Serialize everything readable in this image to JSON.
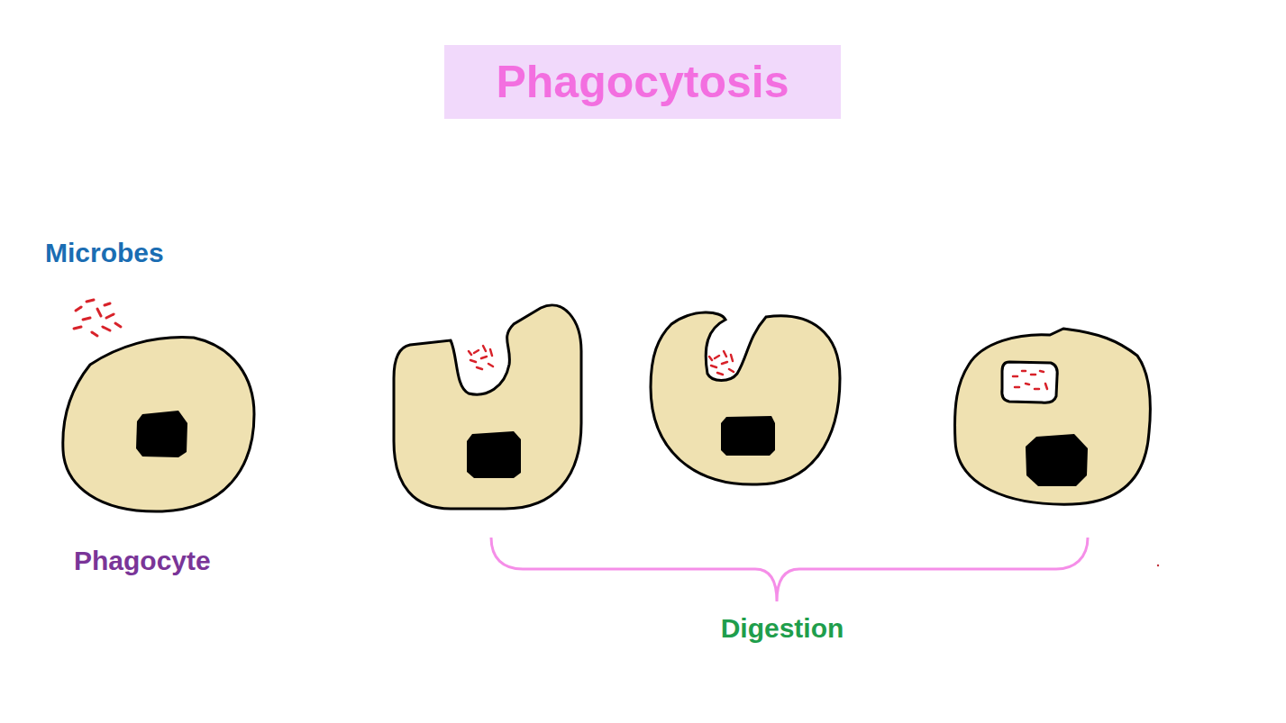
{
  "diagram": {
    "title": "Phagocytosis",
    "labels": [
      "Microbes",
      "Phagocyte",
      "Digestion"
    ]
  }
}
